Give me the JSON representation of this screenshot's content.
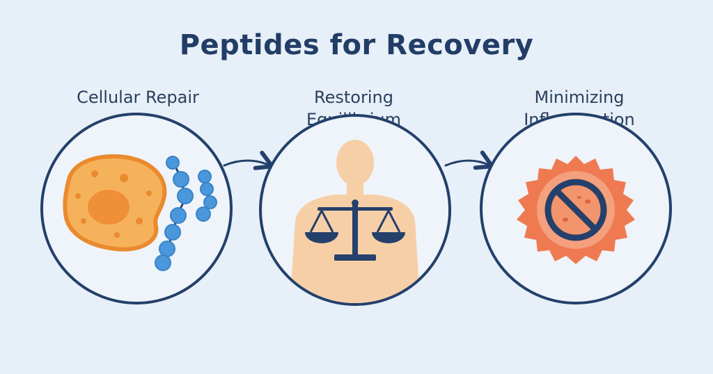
{
  "title": "Peptides for Recovery",
  "steps": [
    {
      "lines": [
        "Cellular Repair"
      ],
      "icon": "cell-with-peptide-chain-icon"
    },
    {
      "lines": [
        "Restoring",
        "Equilibrium"
      ],
      "icon": "body-with-balance-scale-icon"
    },
    {
      "lines": [
        "Minimizing",
        "Inflammation"
      ],
      "icon": "inflammation-blocked-icon"
    }
  ],
  "colors": {
    "background": "#e7f0f8",
    "title": "#223d66",
    "circle_stroke": "#24406b",
    "cell_fill": "#f4a64a",
    "peptide_blue": "#4a97dc",
    "body_skin": "#f7cfa6",
    "scale": "#24406b",
    "inflammation_outer": "#ef7a52",
    "inflammation_inner": "#f4a07c"
  }
}
